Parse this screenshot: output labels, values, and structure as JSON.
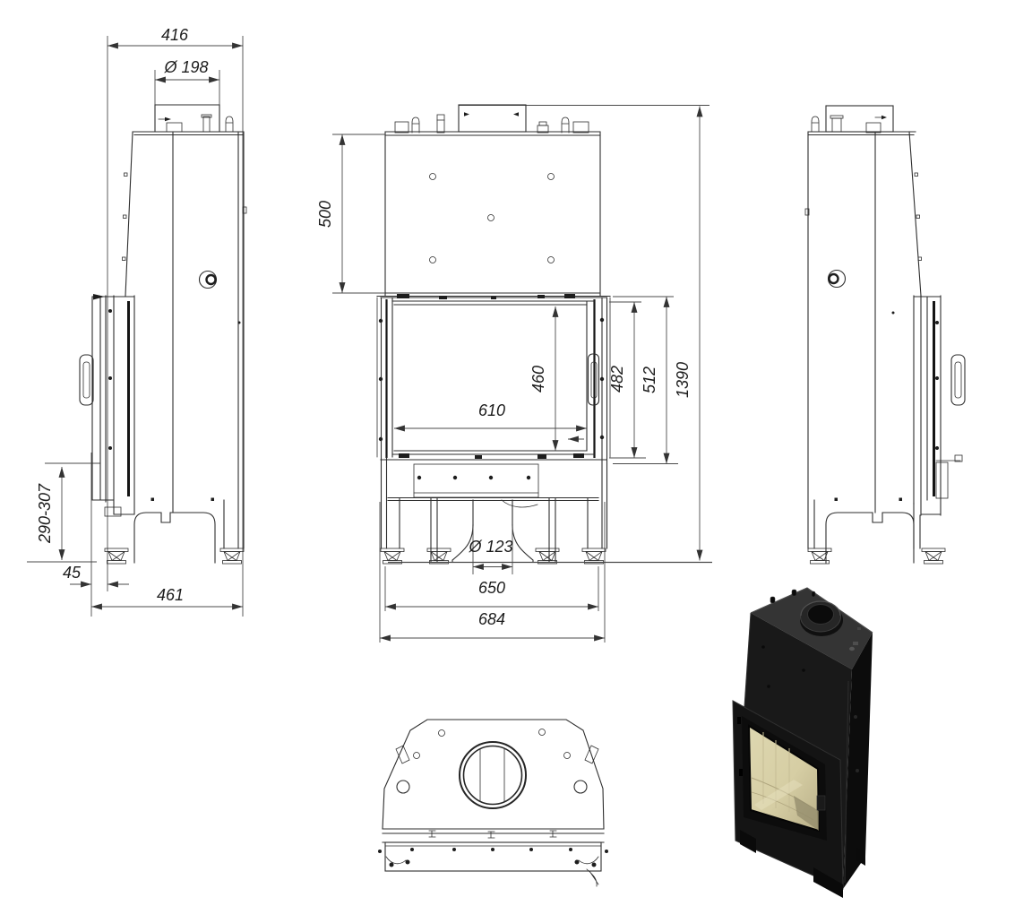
{
  "dims": {
    "side_left": {
      "top_depth": "416",
      "flue_diameter": "Ø 198",
      "door_bottom_height": "290-307",
      "front_offset": "45",
      "base_depth": "461"
    },
    "front": {
      "upper_height": "500",
      "glass_height": "460",
      "glass_width": "610",
      "door_height": "482",
      "opening_height": "512",
      "total_height": "1390",
      "outlet_diameter": "Ø 123",
      "base_width": "650",
      "overall_width": "684"
    }
  },
  "colors": {
    "background": "#ffffff",
    "line": "#2e2e2e",
    "dimension_line": "#4b4b4b",
    "text": "#1c1c1c",
    "product_body": "#191919",
    "glass_interior": "#d6cea4"
  }
}
